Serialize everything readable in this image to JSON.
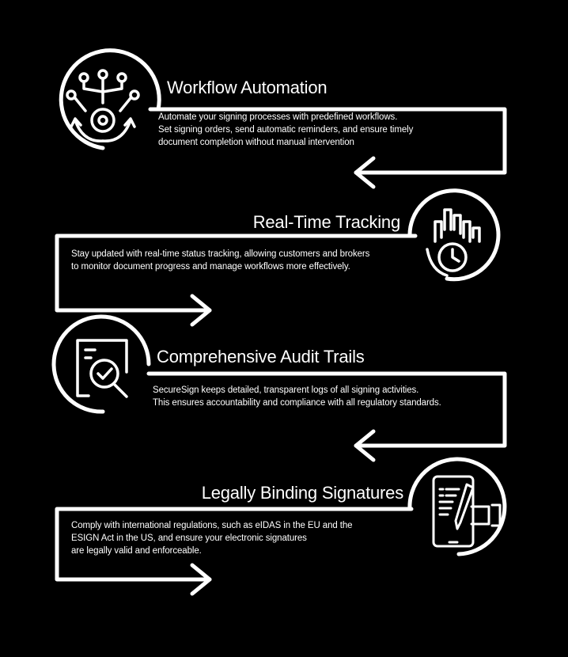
{
  "colors": {
    "background": "#000000",
    "foreground": "#ffffff"
  },
  "steps": [
    {
      "icon": "workflow-gear-icon",
      "title": "Workflow Automation",
      "body": "Automate your signing processes with predefined workflows.\nSet signing orders, send automatic reminders, and ensure timely\ndocument completion without manual intervention"
    },
    {
      "icon": "chart-clock-icon",
      "title": "Real-Time Tracking",
      "body": "Stay updated with real-time status tracking, allowing customers and brokers\nto monitor document progress and manage workflows more effectively."
    },
    {
      "icon": "document-magnifier-check-icon",
      "title": "Comprehensive Audit Trails",
      "body": "SecureSign keeps detailed, transparent logs of all signing activities.\nThis ensures accountability and compliance with all regulatory standards."
    },
    {
      "icon": "phone-signature-icon",
      "title": "Legally Binding Signatures",
      "body": "Comply with international regulations, such as eIDAS in the EU and the\n ESIGN Act in the US, and ensure your electronic signatures\n are legally valid and enforceable."
    }
  ]
}
